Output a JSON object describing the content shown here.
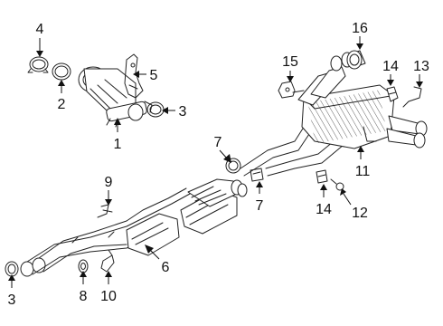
{
  "diagram": {
    "colors": {
      "line": "#222222",
      "background": "#ffffff"
    },
    "callouts": [
      {
        "id": "c1",
        "label": "1"
      },
      {
        "id": "c2",
        "label": "2"
      },
      {
        "id": "c3a",
        "label": "3"
      },
      {
        "id": "c3b",
        "label": "3"
      },
      {
        "id": "c4",
        "label": "4"
      },
      {
        "id": "c5",
        "label": "5"
      },
      {
        "id": "c6",
        "label": "6"
      },
      {
        "id": "c7a",
        "label": "7"
      },
      {
        "id": "c7b",
        "label": "7"
      },
      {
        "id": "c8",
        "label": "8"
      },
      {
        "id": "c9",
        "label": "9"
      },
      {
        "id": "c10",
        "label": "10"
      },
      {
        "id": "c11",
        "label": "11"
      },
      {
        "id": "c12",
        "label": "12"
      },
      {
        "id": "c13",
        "label": "13"
      },
      {
        "id": "c14a",
        "label": "14"
      },
      {
        "id": "c14b",
        "label": "14"
      },
      {
        "id": "c15",
        "label": "15"
      },
      {
        "id": "c16",
        "label": "16"
      }
    ]
  }
}
